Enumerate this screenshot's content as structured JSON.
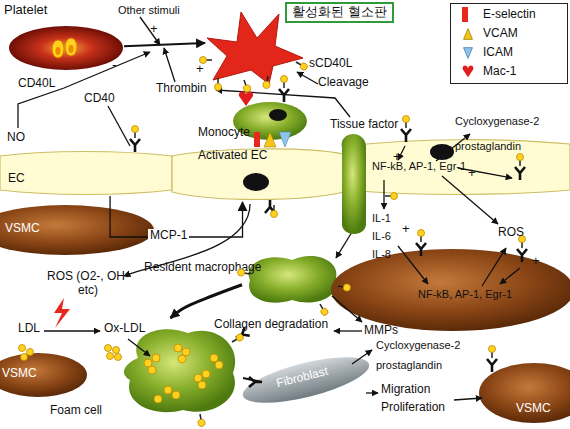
{
  "diagram": {
    "nodes": [
      {
        "text": [
          "Platelet"
        ]
      },
      {
        "text": [
          "활성화된 혈소판"
        ]
      },
      {
        "text": [
          "Monocyte"
        ]
      },
      {
        "text": [
          "EC"
        ]
      },
      {
        "text": [
          "Activated EC"
        ]
      },
      {
        "text": [
          "NF-kB, AP-1, Egr-1"
        ]
      },
      {
        "text": [
          "VSMC"
        ]
      },
      {
        "text": [
          "Resident macrophage"
        ]
      },
      {
        "text": [
          "NF-kB, AP-1, Egr-1"
        ]
      },
      {
        "text": [
          "Foam cell"
        ]
      },
      {
        "text": [
          "VSMC"
        ]
      },
      {
        "text": [
          "Fibroblast"
        ]
      },
      {
        "text": [
          "VSMC"
        ]
      }
    ],
    "edges": [
      {
        "from": 0,
        "to": 1,
        "arrow": "to"
      },
      {
        "from": 3,
        "to": 4,
        "label": "MCP-1",
        "arrow": "to"
      },
      {
        "from": 7,
        "to": 9,
        "arrow": "to"
      }
    ],
    "labels": [
      "Other stimuli",
      "+",
      "-",
      "+",
      "CD40L",
      "sCD40L",
      "Cleavage",
      "Thrombin",
      "NO",
      "CD40",
      "Tissue factor",
      "Cycloxygenase-2",
      "prostaglandin",
      "+",
      "+",
      "IL-1",
      "IL-6",
      "IL-8",
      "+",
      "ROS",
      "+",
      "ROS (O2-, OH- etc)",
      "LDL",
      "Ox-LDL",
      "Collagen degradation",
      "MMPs",
      "Cycloxygenase-2",
      "prostaglandin",
      "Migration",
      "Proliferation"
    ],
    "legend": [
      {
        "text": "E-selectin",
        "color": "#e8281e"
      },
      {
        "text": "VCAM"
      },
      {
        "text": "ICAM"
      },
      {
        "text": "Mac-1"
      }
    ]
  }
}
